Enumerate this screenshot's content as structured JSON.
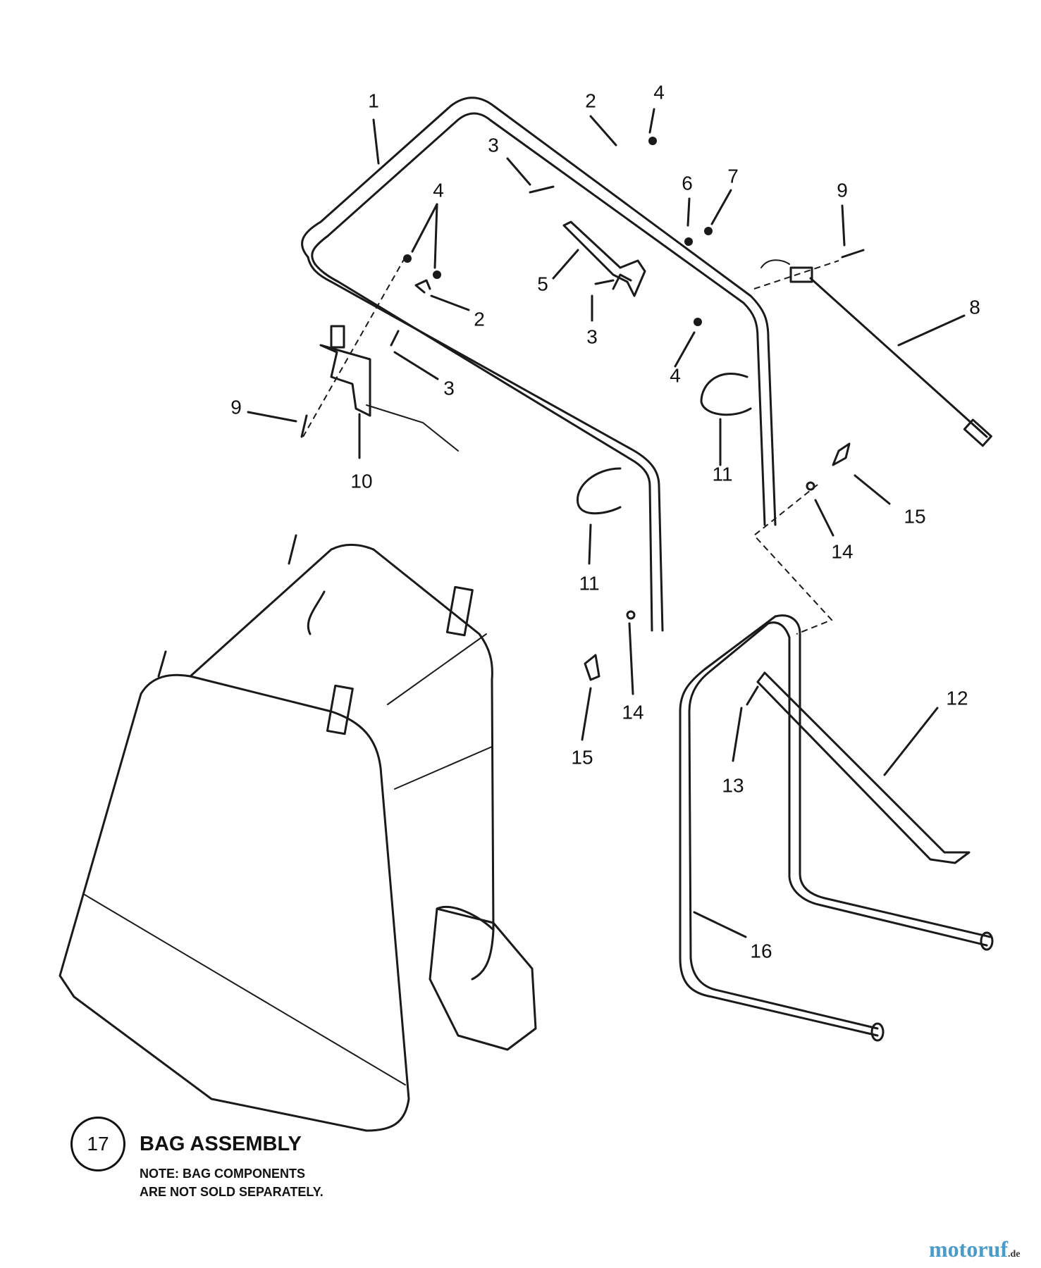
{
  "diagram": {
    "callouts": [
      "1",
      "2",
      "4",
      "3",
      "4",
      "6",
      "7",
      "9",
      "5",
      "2",
      "3",
      "8",
      "3",
      "4",
      "9",
      "11",
      "10",
      "15",
      "11",
      "14",
      "14",
      "12",
      "15",
      "13",
      "16"
    ]
  },
  "legend": {
    "number": "17",
    "title": "BAG ASSEMBLY",
    "note_line1": "NOTE: BAG COMPONENTS",
    "note_line2": "ARE NOT SOLD SEPARATELY."
  },
  "watermark": {
    "brand": "motoruf",
    "tld": ".de"
  },
  "colors": {
    "line": "#1a1a1a",
    "watermark": "#4a9bc8"
  }
}
